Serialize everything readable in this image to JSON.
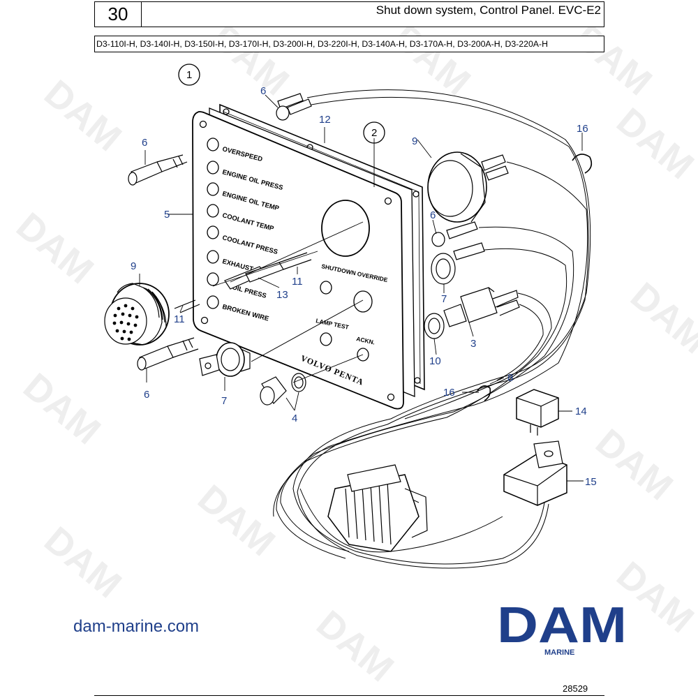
{
  "header": {
    "page_number": "30",
    "title": "Shut down system, Control Panel. EVC-E2",
    "models": "D3-110I-H, D3-140I-H, D3-150I-H, D3-170I-H, D3-200I-H, D3-220I-H, D3-140A-H, D3-170A-H, D3-200A-H, D3-220A-H"
  },
  "panel": {
    "labels": [
      "OVERSPEED",
      "ENGINE OIL PRESS",
      "ENGINE OIL TEMP",
      "COOLANT TEMP",
      "COOLANT PRESS",
      "EXHAUST",
      "OIL PRESS",
      "BROKEN WIRE"
    ],
    "shutdown_override": "SHUTDOWN OVERRIDE",
    "lamp_test": "LAMP TEST",
    "ackn": "ACKN.",
    "brand": "VOLVO PENTA"
  },
  "callouts": {
    "c1": "1",
    "c2": "2",
    "c3": "3",
    "c4": "4",
    "c5": "5",
    "c6a": "6",
    "c6b": "6",
    "c6c": "6",
    "c6d": "6",
    "c7a": "7",
    "c7b": "7",
    "c8": "8",
    "c9a": "9",
    "c9b": "9",
    "c10": "10",
    "c11a": "11",
    "c11b": "11",
    "c12": "12",
    "c13": "13",
    "c14": "14",
    "c15": "15",
    "c16a": "16",
    "c16b": "16"
  },
  "watermark": "DAM",
  "footer": {
    "website": "dam-marine.com",
    "logo_text": "DAM",
    "logo_sub": "MARINE",
    "drawing_number": "28529"
  },
  "colors": {
    "brand_blue": "#1f3f8a",
    "watermark": "#eeeeee"
  }
}
